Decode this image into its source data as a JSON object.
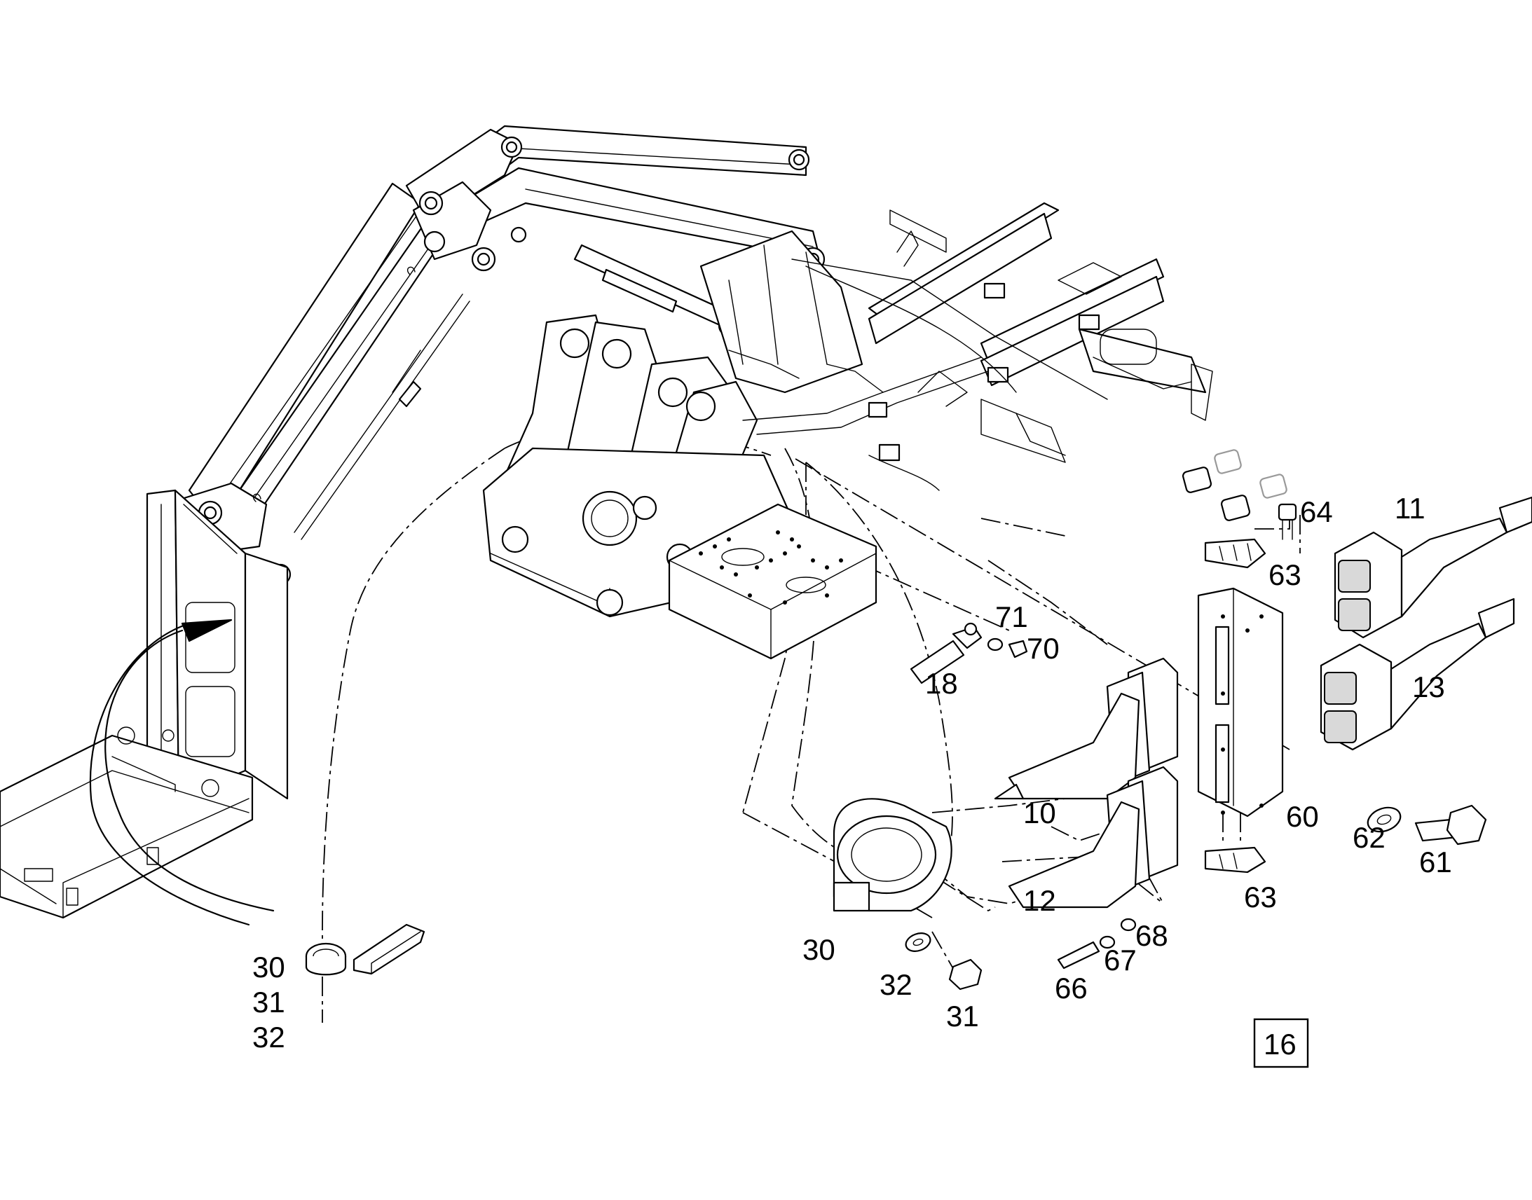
{
  "callouts": [
    {
      "id": "c11",
      "text": "11"
    },
    {
      "id": "c64",
      "text": "64"
    },
    {
      "id": "c63a",
      "text": "63"
    },
    {
      "id": "c71",
      "text": "71"
    },
    {
      "id": "c70",
      "text": "70"
    },
    {
      "id": "c18",
      "text": "18"
    },
    {
      "id": "c13",
      "text": "13"
    },
    {
      "id": "c10",
      "text": "10"
    },
    {
      "id": "c60",
      "text": "60"
    },
    {
      "id": "c62",
      "text": "62"
    },
    {
      "id": "c61",
      "text": "61"
    },
    {
      "id": "c12",
      "text": "12"
    },
    {
      "id": "c63b",
      "text": "63"
    },
    {
      "id": "c68",
      "text": "68"
    },
    {
      "id": "c67",
      "text": "67"
    },
    {
      "id": "c66",
      "text": "66"
    },
    {
      "id": "c30a",
      "text": "30"
    },
    {
      "id": "c32a",
      "text": "32"
    },
    {
      "id": "c31a",
      "text": "31"
    },
    {
      "id": "c30b",
      "text": "30"
    },
    {
      "id": "c31b",
      "text": "31"
    },
    {
      "id": "c32b",
      "text": "32"
    }
  ],
  "page_number": "16"
}
